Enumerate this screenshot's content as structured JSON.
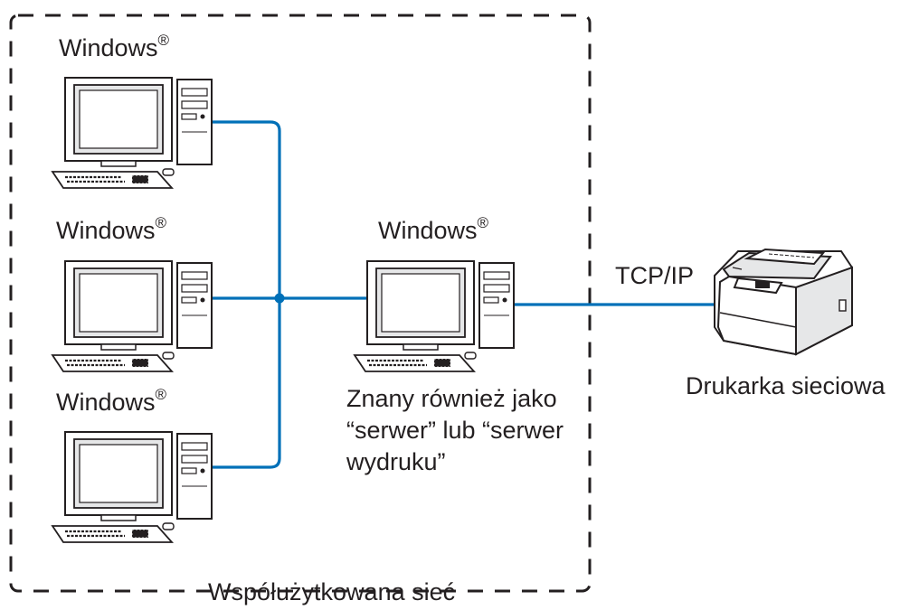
{
  "computers": [
    {
      "id": "pc-1",
      "os_label": "Windows",
      "mark": "®"
    },
    {
      "id": "pc-2",
      "os_label": "Windows",
      "mark": "®"
    },
    {
      "id": "pc-3",
      "os_label": "Windows",
      "mark": "®"
    }
  ],
  "server": {
    "os_label": "Windows",
    "mark": "®",
    "description": "Znany również jako “serwer” lub “serwer wydruku”"
  },
  "connection": {
    "protocol": "TCP/IP"
  },
  "printer": {
    "label": "Drukarka sieciowa"
  },
  "network": {
    "label": "Współużytkowana sieć"
  },
  "colors": {
    "link": "#0070b8",
    "outline": "#231f20",
    "screen": "#e6e7e8"
  },
  "icons": [
    "desktop-computer-icon",
    "network-printer-icon"
  ]
}
